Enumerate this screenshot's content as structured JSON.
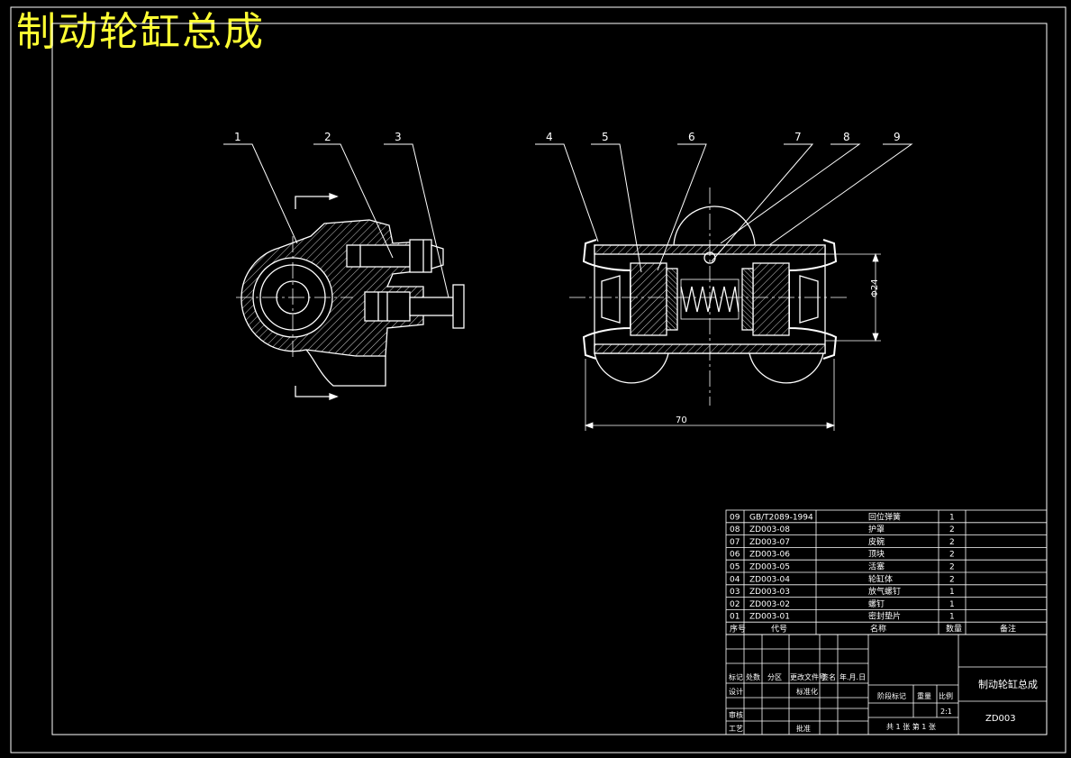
{
  "title": "制动轮缸总成",
  "balloons": [
    "1",
    "2",
    "3",
    "4",
    "5",
    "6",
    "7",
    "8",
    "9"
  ],
  "dimensions": {
    "height": "Φ24",
    "length": "70"
  },
  "parts_list": [
    {
      "no": "09",
      "code": "GB/T2089-1994",
      "name": "回位弹簧",
      "qty": "1"
    },
    {
      "no": "08",
      "code": "ZD003-08",
      "name": "护罩",
      "qty": "2"
    },
    {
      "no": "07",
      "code": "ZD003-07",
      "name": "皮碗",
      "qty": "2"
    },
    {
      "no": "06",
      "code": "ZD003-06",
      "name": "顶块",
      "qty": "2"
    },
    {
      "no": "05",
      "code": "ZD003-05",
      "name": "活塞",
      "qty": "2"
    },
    {
      "no": "04",
      "code": "ZD003-04",
      "name": "轮缸体",
      "qty": "2"
    },
    {
      "no": "03",
      "code": "ZD003-03",
      "name": "放气螺钉",
      "qty": "1"
    },
    {
      "no": "02",
      "code": "ZD003-02",
      "name": "螺钉",
      "qty": "1"
    },
    {
      "no": "01",
      "code": "ZD003-01",
      "name": "密封垫片",
      "qty": "1"
    }
  ],
  "parts_header": {
    "no": "序号",
    "code": "代号",
    "name": "名称",
    "qty": "数量",
    "note": "备注"
  },
  "title_block": {
    "sign_row": [
      "标记",
      "处数",
      "分区",
      "更改文件号",
      "签名",
      "年.月.日"
    ],
    "design": "设计",
    "standard": "标准化",
    "check": "审核",
    "process": "工艺",
    "approve": "批准",
    "stage": "阶段标记",
    "weight": "重量",
    "scale_label": "比例",
    "scale": "2:1",
    "sheets": "共 1 张  第 1 张",
    "drawing_name": "制动轮缸总成",
    "drawing_code": "ZD003"
  }
}
